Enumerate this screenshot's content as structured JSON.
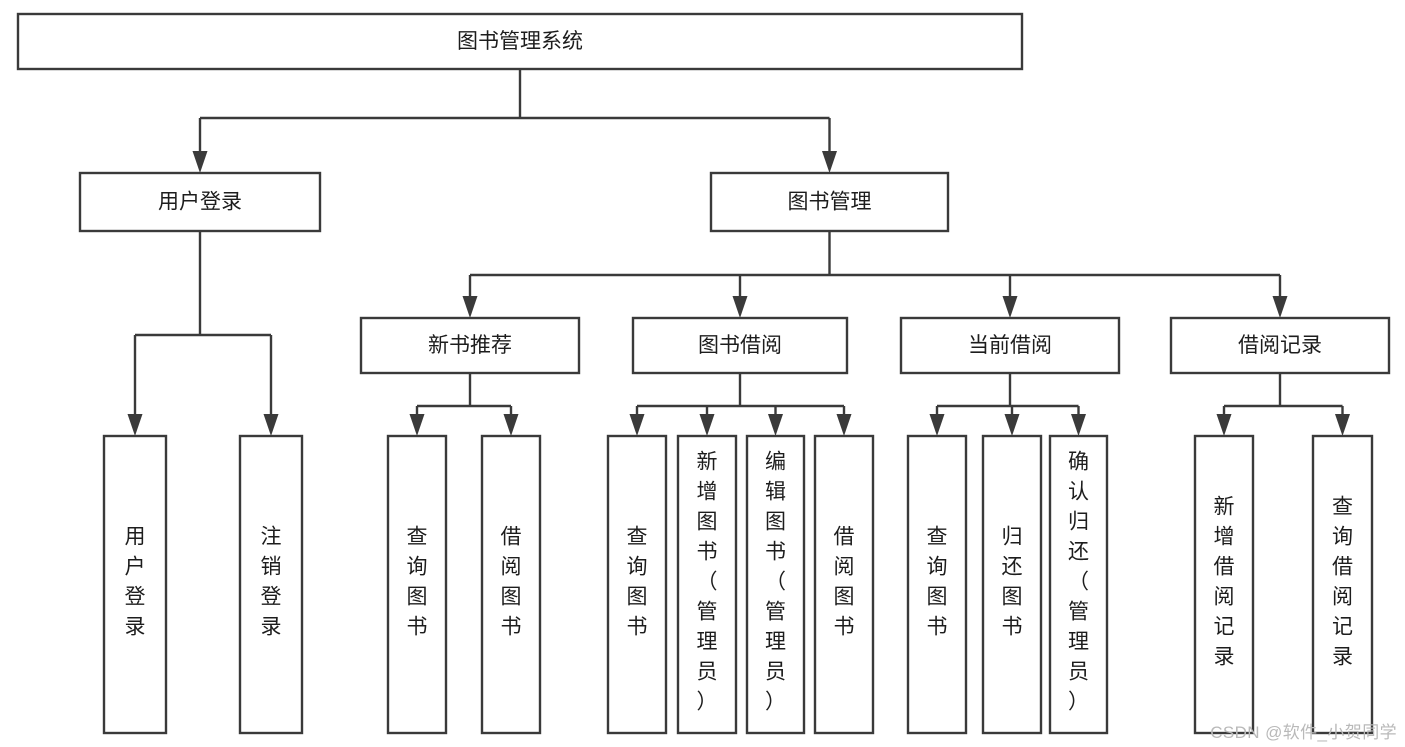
{
  "diagram": {
    "title": "图书管理系统",
    "type": "tree-hierarchy-chart",
    "background_color": "#ffffff",
    "line_color": "#3a3a3a",
    "box_fill_color": "#ffffff",
    "text_color": "#1d1d1d",
    "watermark": "CSDN @软件_小贺同学",
    "nodes": {
      "root": {
        "label": "图书管理系统"
      },
      "level2": [
        {
          "id": "user-login",
          "label": "用户登录"
        },
        {
          "id": "book-management",
          "label": "图书管理"
        }
      ],
      "level3": [
        {
          "id": "new-book-recommend",
          "label": "新书推荐"
        },
        {
          "id": "book-borrow",
          "label": "图书借阅"
        },
        {
          "id": "current-borrow",
          "label": "当前借阅"
        },
        {
          "id": "borrow-record",
          "label": "借阅记录"
        }
      ],
      "leaves": {
        "user-login": [
          {
            "id": "leaf-user-login",
            "label": "用户登录"
          },
          {
            "id": "leaf-logout-login",
            "label": "注销登录"
          }
        ],
        "new-book-recommend": [
          {
            "id": "leaf-query-book-1",
            "label": "查询图书"
          },
          {
            "id": "leaf-borrow-book-1",
            "label": "借阅图书"
          }
        ],
        "book-borrow": [
          {
            "id": "leaf-query-book-2",
            "label": "查询图书"
          },
          {
            "id": "leaf-add-book-admin",
            "label": "新增图书（管理员）"
          },
          {
            "id": "leaf-edit-book-admin",
            "label": "编辑图书（管理员）"
          },
          {
            "id": "leaf-borrow-book-2",
            "label": "借阅图书"
          }
        ],
        "current-borrow": [
          {
            "id": "leaf-query-book-3",
            "label": "查询图书"
          },
          {
            "id": "leaf-return-book",
            "label": "归还图书"
          },
          {
            "id": "leaf-confirm-return-admin",
            "label": "确认归还（管理员）"
          }
        ],
        "borrow-record": [
          {
            "id": "leaf-add-borrow-record",
            "label": "新增借阅记录"
          },
          {
            "id": "leaf-query-borrow-record",
            "label": "查询借阅记录"
          }
        ]
      }
    }
  },
  "chart_data": {
    "type": "table",
    "title": "图书管理系统",
    "categories": [
      "用户登录",
      "图书管理"
    ],
    "series": [
      {
        "name": "用户登录",
        "values": [
          "用户登录",
          "注销登录"
        ]
      },
      {
        "name": "新书推荐",
        "values": [
          "查询图书",
          "借阅图书"
        ]
      },
      {
        "name": "图书借阅",
        "values": [
          "查询图书",
          "新增图书（管理员）",
          "编辑图书（管理员）",
          "借阅图书"
        ]
      },
      {
        "name": "当前借阅",
        "values": [
          "查询图书",
          "归还图书",
          "确认归还（管理员）"
        ]
      },
      {
        "name": "借阅记录",
        "values": [
          "新增借阅记录",
          "查询借阅记录"
        ]
      }
    ]
  }
}
